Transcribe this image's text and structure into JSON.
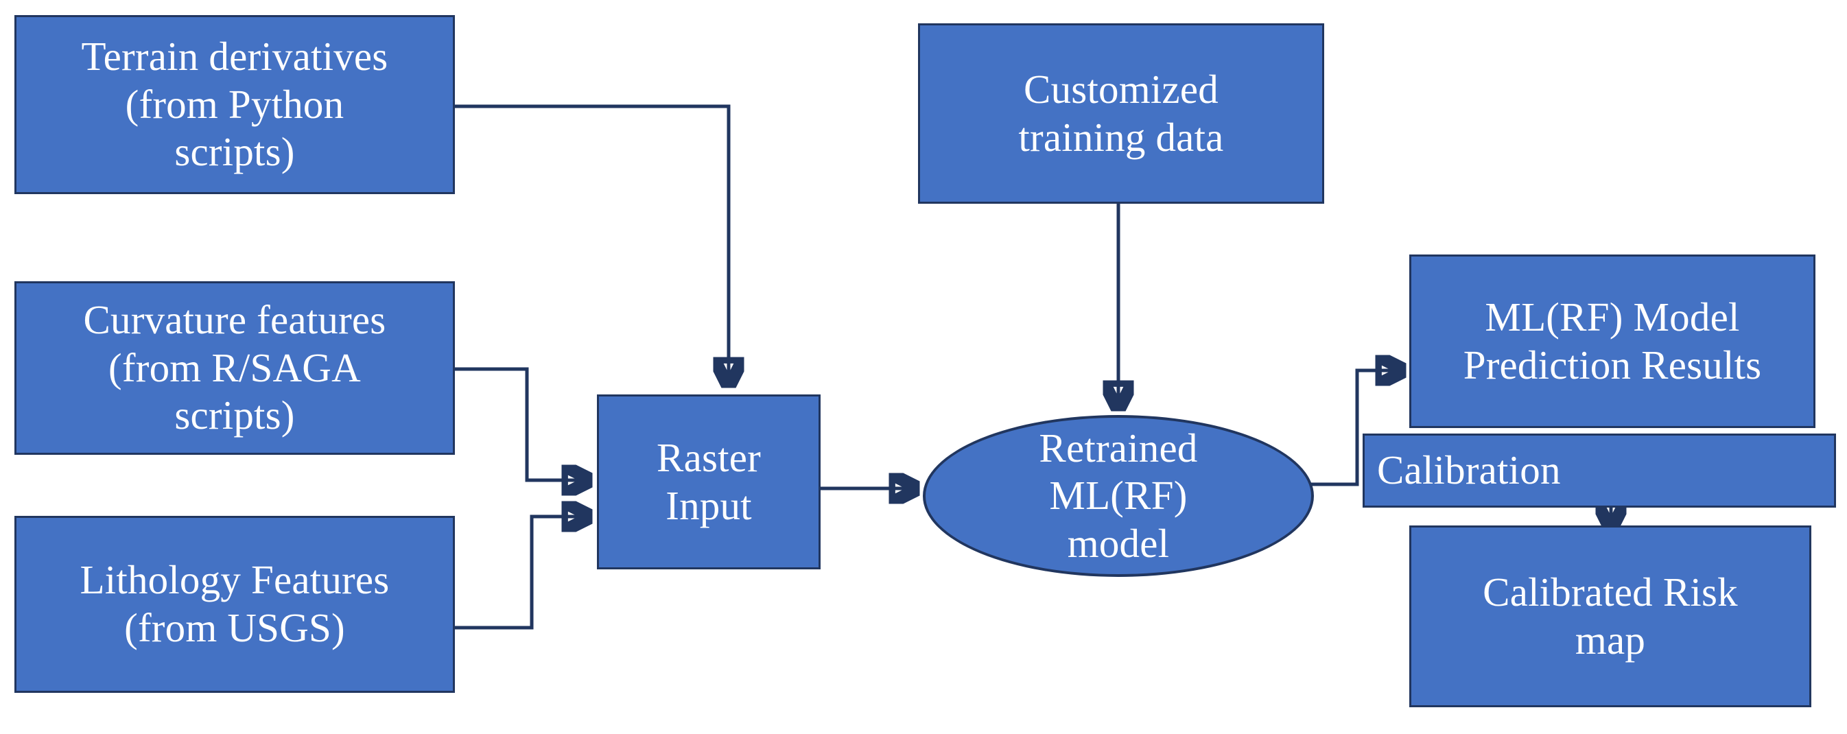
{
  "diagram": {
    "title": "Machine learning landslide risk mapping workflow",
    "colors": {
      "node_fill": "#4472C4",
      "node_border": "#21365F",
      "node_text": "#FFFFFF",
      "connector": "#21365F",
      "background": "#FFFFFF"
    },
    "nodes": [
      {
        "id": "terrain-derivatives",
        "label": "Terrain derivatives\n(from Python\nscripts)",
        "shape": "rectangle"
      },
      {
        "id": "curvature-features",
        "label": "Curvature features\n(from R/SAGA\nscripts)",
        "shape": "rectangle"
      },
      {
        "id": "lithology-features",
        "label": "Lithology Features\n(from USGS)",
        "shape": "rectangle"
      },
      {
        "id": "raster-input",
        "label": "Raster\nInput",
        "shape": "rectangle"
      },
      {
        "id": "customized-training-data",
        "label": "Customized\ntraining data",
        "shape": "rectangle"
      },
      {
        "id": "retrained-ml-rf-model",
        "label": "Retrained\nML(RF)\nmodel",
        "shape": "ellipse"
      },
      {
        "id": "ml-rf-model-prediction-results",
        "label": "ML(RF) Model\nPrediction Results",
        "shape": "rectangle"
      },
      {
        "id": "calibration",
        "label": "Calibration",
        "shape": "rectangle"
      },
      {
        "id": "calibrated-risk-map",
        "label": "Calibrated Risk\nmap",
        "shape": "rectangle"
      }
    ],
    "edges": [
      {
        "id": "terrain-to-raster",
        "from": "terrain-derivatives",
        "to": "raster-input",
        "style": "elbow",
        "arrow": "down"
      },
      {
        "id": "curvature-to-raster",
        "from": "curvature-features",
        "to": "raster-input",
        "style": "elbow",
        "arrow": "right"
      },
      {
        "id": "lithology-to-raster",
        "from": "lithology-features",
        "to": "raster-input",
        "style": "elbow",
        "arrow": "right"
      },
      {
        "id": "raster-to-model",
        "from": "raster-input",
        "to": "retrained-ml-rf-model",
        "style": "straight",
        "arrow": "right"
      },
      {
        "id": "training-to-model",
        "from": "customized-training-data",
        "to": "retrained-ml-rf-model",
        "style": "straight",
        "arrow": "down"
      },
      {
        "id": "model-to-prediction",
        "from": "retrained-ml-rf-model",
        "to": "ml-rf-model-prediction-results",
        "style": "elbow",
        "arrow": "right"
      },
      {
        "id": "calibration-to-riskmap",
        "from": "calibration",
        "to": "calibrated-risk-map",
        "style": "straight",
        "arrow": "down"
      }
    ]
  }
}
